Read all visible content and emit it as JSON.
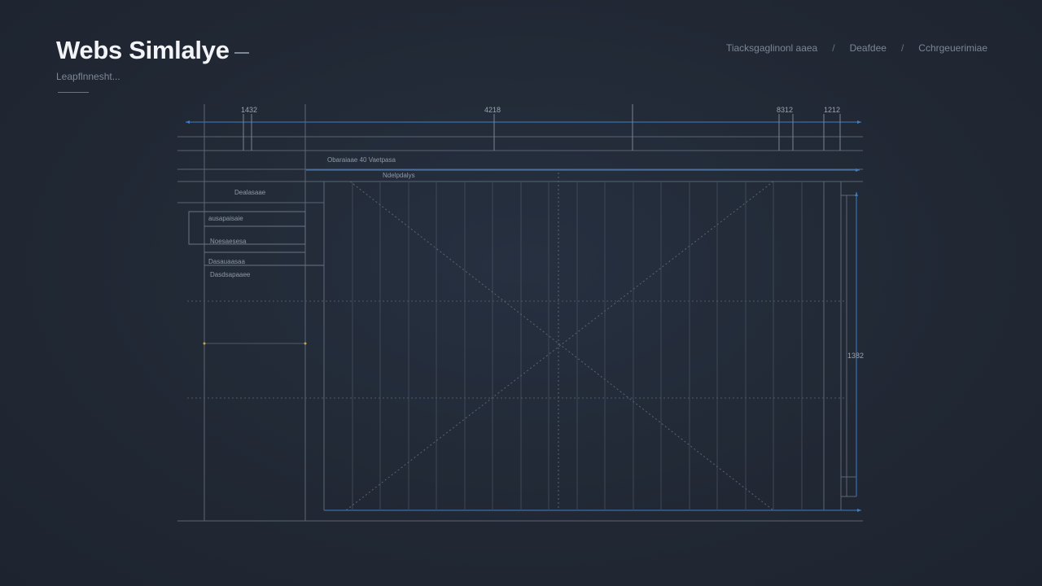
{
  "header": {
    "title": "Webs Simlalye",
    "subtitle": "Leapflnnesht..."
  },
  "breadcrumb": {
    "items": [
      "Tiacksgaglinonl aaea",
      "Deafdee",
      "Cchrgeuerimiae"
    ],
    "separator": "/"
  },
  "diagram": {
    "top_dimensions": [
      "1432",
      "4218",
      "8312",
      "1212"
    ],
    "row_labels": [
      "Obaraiaae 40 Vaetpasa",
      "Ndelpdalys"
    ],
    "side_labels": [
      "Dealasaae",
      "ausapaisaie",
      "Noesaesesa",
      "Dasauaasaa",
      "Dasdsapaaee"
    ],
    "right_dimension": "1382",
    "colors": {
      "accent": "#3d7ec8",
      "line": "#5d6775",
      "marker": "#c8a24a"
    }
  }
}
